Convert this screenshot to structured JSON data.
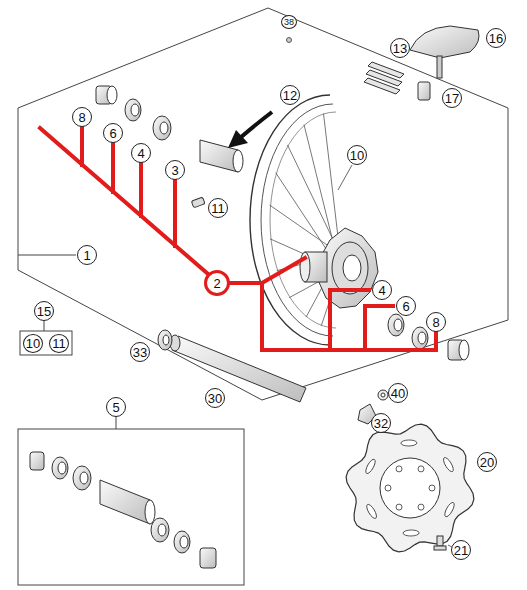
{
  "diagram": {
    "labels": [
      "38",
      "13",
      "16",
      "17",
      "12",
      "8",
      "6",
      "4",
      "3",
      "10",
      "11",
      "1",
      "2",
      "4",
      "6",
      "8",
      "15",
      "10",
      "11",
      "33",
      "30",
      "40",
      "32",
      "5",
      "20",
      "21"
    ]
  }
}
